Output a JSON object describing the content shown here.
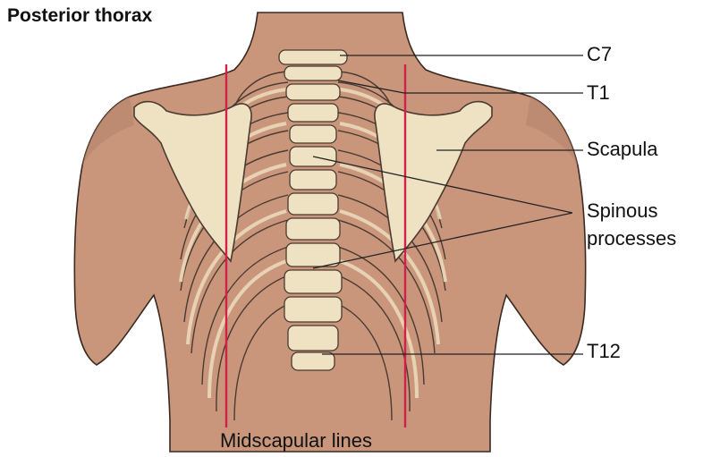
{
  "title": "Posterior thorax",
  "labels": {
    "c7": "C7",
    "t1": "T1",
    "scapula": "Scapula",
    "spinous_line1": "Spinous",
    "spinous_line2": "processes",
    "t12": "T12",
    "midscapular": "Midscapular lines"
  },
  "colors": {
    "skin": "#c9967c",
    "skin_dark": "#a87561",
    "bone": "#efe2c2",
    "bone_outline": "#4a3a30",
    "midscapular_line": "#d1204a",
    "leader_line": "#222222"
  }
}
